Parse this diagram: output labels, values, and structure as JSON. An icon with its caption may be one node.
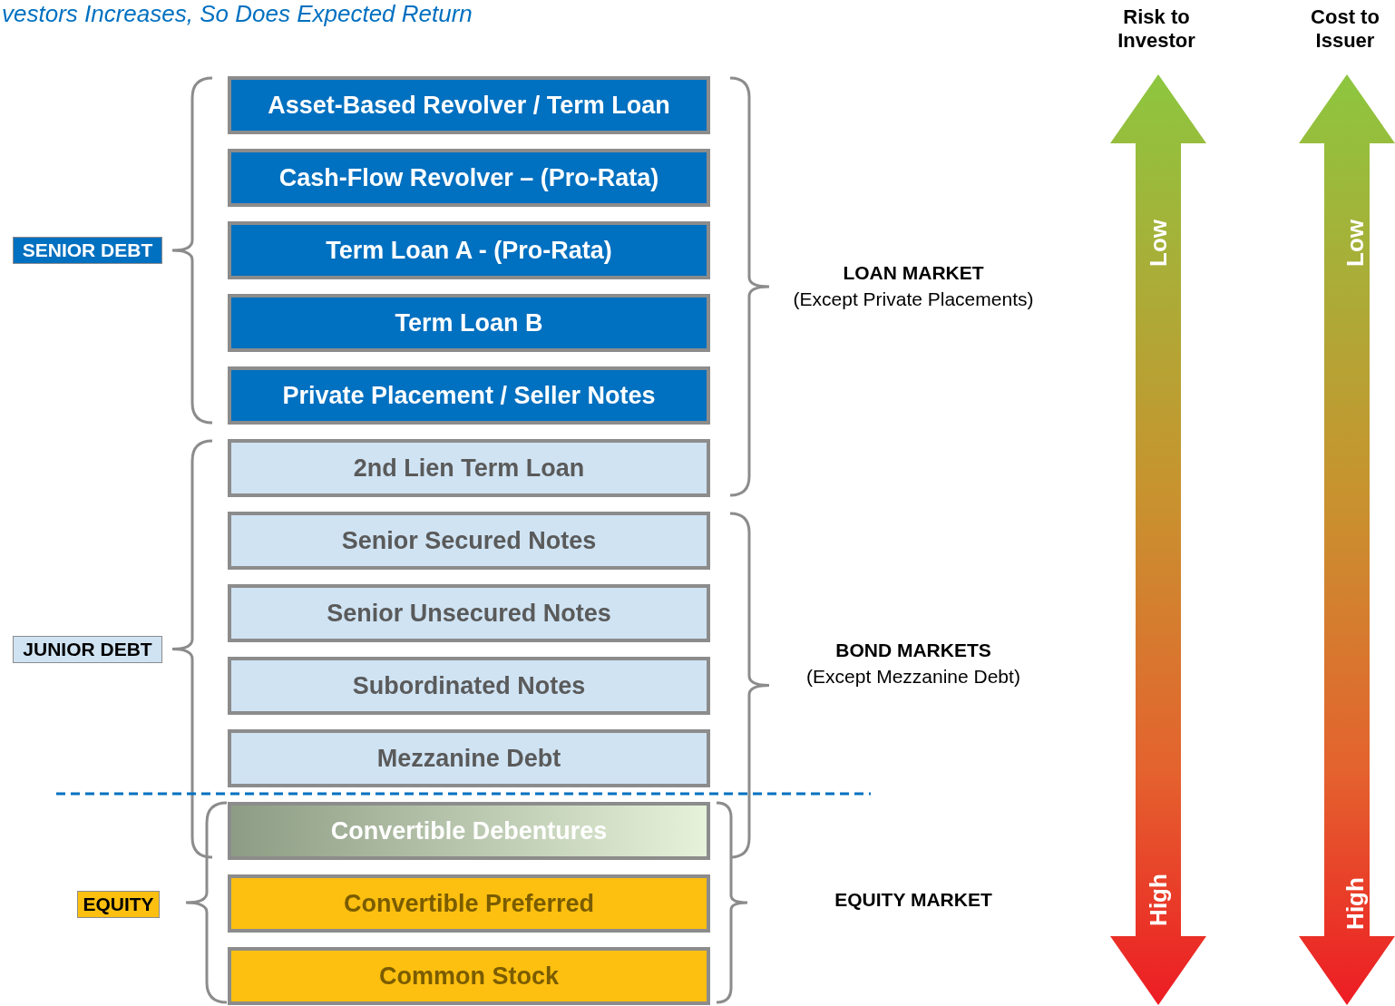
{
  "diagram": {
    "title": "vestors Increases, So Does Expected Return",
    "nodes": [
      {
        "text": [
          "Asset-Based Revolver / Term Loan"
        ]
      },
      {
        "text": [
          "Cash-Flow Revolver – (Pro-Rata)"
        ]
      },
      {
        "text": [
          "Term Loan A - (Pro-Rata)"
        ]
      },
      {
        "text": [
          "Term Loan B"
        ]
      },
      {
        "text": [
          "Private Placement  / Seller Notes"
        ]
      },
      {
        "text": [
          "2nd Lien Term Loan"
        ]
      },
      {
        "text": [
          "Senior Secured Notes"
        ]
      },
      {
        "text": [
          "Senior Unsecured Notes"
        ]
      },
      {
        "text": [
          "Subordinated Notes"
        ]
      },
      {
        "text": [
          "Mezzanine Debt"
        ]
      },
      {
        "text": [
          "Convertible Debentures"
        ]
      },
      {
        "text": [
          "Convertible Preferred"
        ]
      },
      {
        "text": [
          "Common Stock"
        ]
      },
      {
        "text": [
          "SENIOR DEBT"
        ]
      },
      {
        "text": [
          "JUNIOR DEBT"
        ]
      },
      {
        "text": [
          "EQUITY"
        ]
      }
    ],
    "labels": [
      "Risk to Investor",
      "Cost to Issuer",
      "LOAN MARKET",
      "(Except Private Placements)",
      "BOND MARKETS",
      "(Except Mezzanine Debt)",
      "EQUITY MARKET",
      "Low",
      "High",
      "Low",
      "High"
    ]
  }
}
